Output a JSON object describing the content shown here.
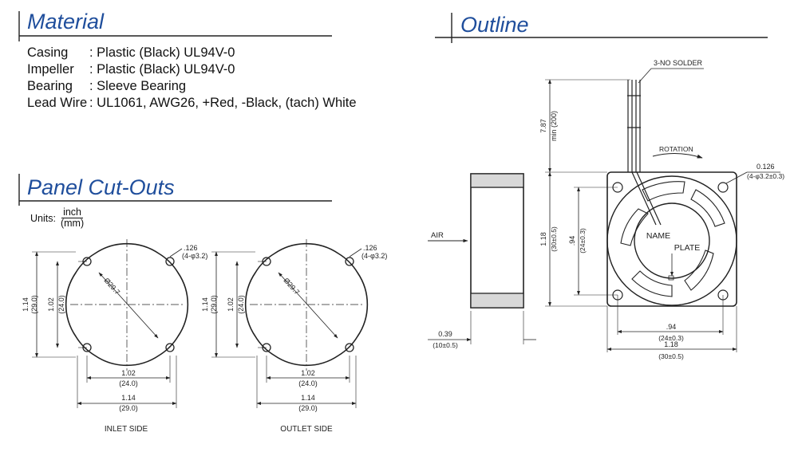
{
  "material": {
    "heading": "Material",
    "rows": [
      {
        "key": "Casing",
        "value": ": Plastic (Black) UL94V-0"
      },
      {
        "key": "Impeller",
        "value": ": Plastic (Black) UL94V-0"
      },
      {
        "key": "Bearing",
        "value": ": Sleeve Bearing"
      },
      {
        "key": "Lead Wire",
        "value": ": UL1061, AWG26, +Red, -Black, (tach) White"
      }
    ]
  },
  "cutouts": {
    "heading": "Panel Cut-Outs",
    "units_label": "Units:",
    "units_num": "inch",
    "units_den": "(mm)",
    "hole_note_1": ".126",
    "hole_note_2": "(4-φ3.2)",
    "diameter": "Ø29.7",
    "dim_102": "1.02",
    "dim_24": "(24.0)",
    "dim_114": "1.14",
    "dim_29": "(29.0)",
    "inlet_label": "INLET SIDE",
    "outlet_label": "OUTLET SIDE"
  },
  "outline": {
    "heading": "Outline",
    "solder": "3-NO SOLDER",
    "lead_len": "7.87",
    "lead_min": "min (200)",
    "rotation": "ROTATION",
    "hole_1": "0.126",
    "hole_2": "(4-φ3.2±0.3)",
    "air": "AIR",
    "name": "NAME",
    "plate": "PLATE",
    "h118": "1.18",
    "h30": "(30±0.5)",
    "h94": ".94",
    "h24": "(24±0.3)",
    "w94": ".94",
    "w24": "(24±0.3)",
    "w118": "1.18",
    "w30": "(30±0.5)",
    "t039": "0.39",
    "t10": "(10±0.5)"
  }
}
